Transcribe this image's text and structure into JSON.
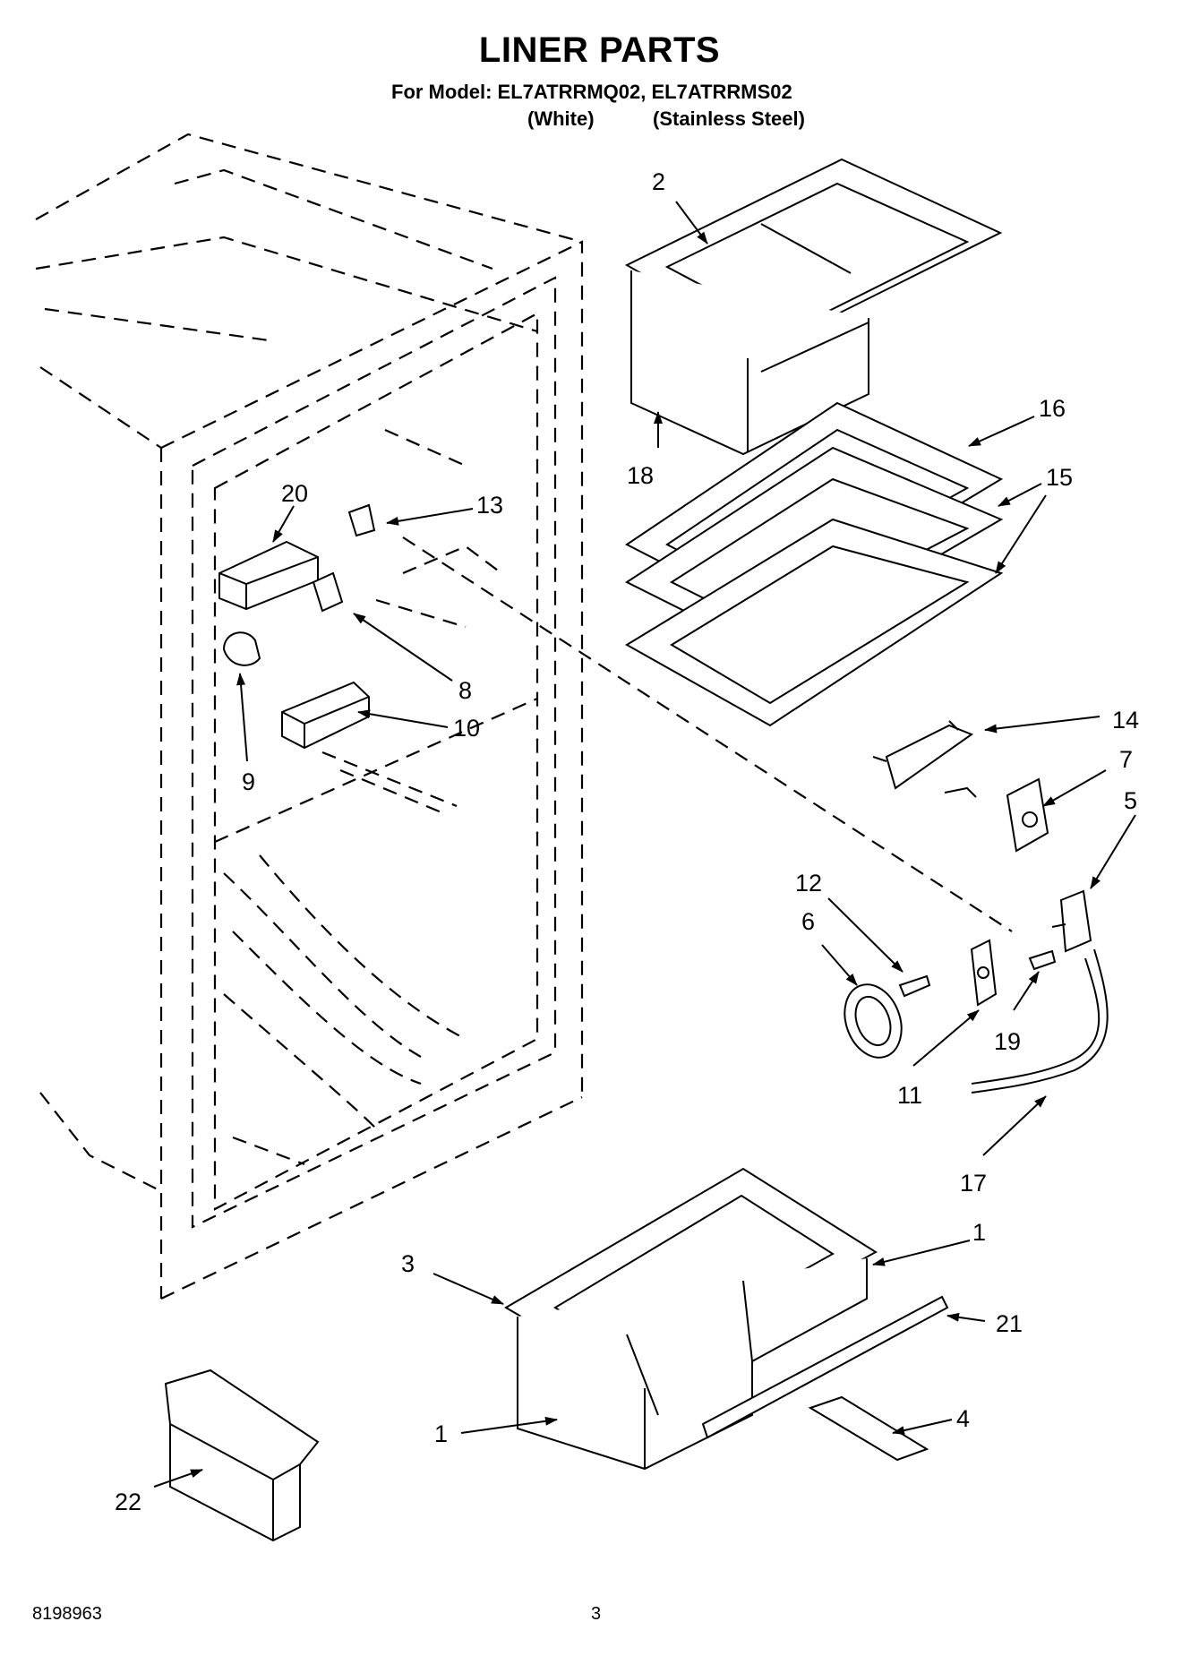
{
  "header": {
    "title": "LINER PARTS",
    "model_line": "For Model: EL7ATRRMQ02, EL7ATRRMS02",
    "variant_white": "(White)",
    "variant_stainless": "(Stainless Steel)"
  },
  "footer": {
    "doc_number": "8198963",
    "page_number": "3"
  },
  "callouts": {
    "c1a": "1",
    "c1b": "1",
    "c2": "2",
    "c3": "3",
    "c4": "4",
    "c5": "5",
    "c6": "6",
    "c7": "7",
    "c8": "8",
    "c9": "9",
    "c10": "10",
    "c11": "11",
    "c12": "12",
    "c13": "13",
    "c14": "14",
    "c15": "15",
    "c16": "16",
    "c17": "17",
    "c18": "18",
    "c19": "19",
    "c20": "20",
    "c21": "21",
    "c22": "22"
  }
}
